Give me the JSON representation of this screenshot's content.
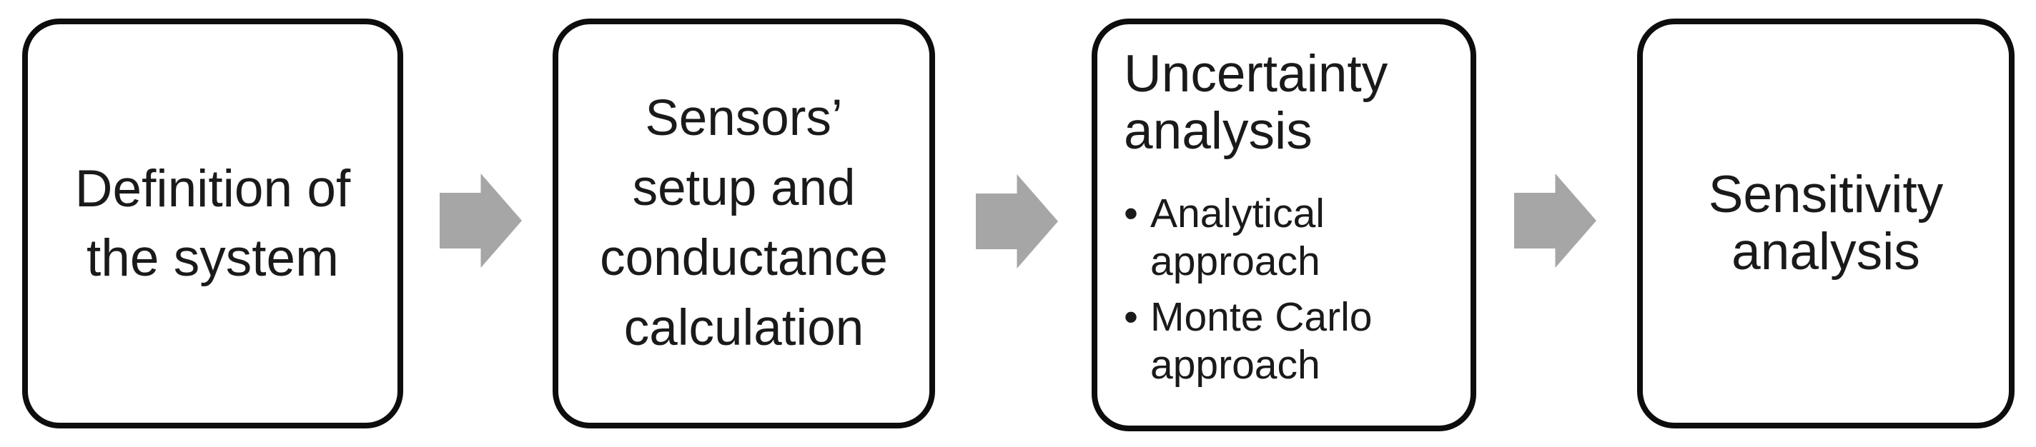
{
  "colors": {
    "background": "#ffffff",
    "box_fill": "#ffffff",
    "box_border": "#0d0d0d",
    "text": "#1a1a1a",
    "arrow": "#a6a6a6"
  },
  "bullet_char": "•",
  "flow": {
    "boxes": [
      {
        "id": "definition-of-the-system",
        "lines": [
          "Definition of",
          "the system"
        ]
      },
      {
        "id": "sensors-setup-and-conductance-calculation",
        "lines": [
          "Sensors’",
          "setup and",
          "conductance",
          "calculation"
        ]
      },
      {
        "id": "uncertainty-analysis",
        "title_lines": [
          "Uncertainty",
          "analysis"
        ],
        "bullets": [
          "Analytical approach",
          "Monte Carlo approach"
        ]
      },
      {
        "id": "sensitivity-analysis",
        "lines": [
          "Sensitivity",
          "analysis"
        ]
      }
    ],
    "arrow_count": 3
  }
}
